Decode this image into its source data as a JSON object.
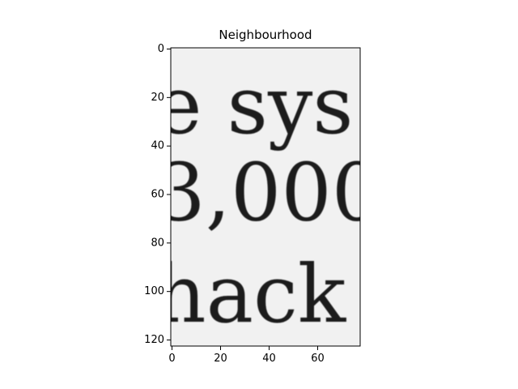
{
  "chart_data": {
    "type": "image",
    "title": "Neighbourhood",
    "xlim": [
      -0.5,
      77.5
    ],
    "ylim": [
      122.5,
      -0.5
    ],
    "xticks": [
      0,
      20,
      40,
      60
    ],
    "yticks": [
      0,
      20,
      40,
      60,
      80,
      100,
      120
    ],
    "xlabel": "",
    "ylabel": "",
    "colormap": "gray",
    "image_text_lines": [
      {
        "text": "e sys",
        "y": 26
      },
      {
        "text": "3,000",
        "y": 62
      },
      {
        "text": "hack",
        "y": 104
      }
    ]
  }
}
